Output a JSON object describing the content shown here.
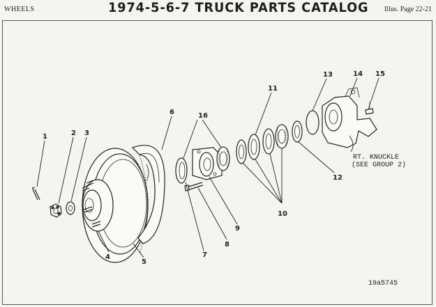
{
  "header": {
    "section": "WHEELS",
    "title": "1974-5-6-7 TRUCK PARTS CATALOG",
    "page": "Illus. Page 22-21"
  },
  "callouts": {
    "c1": "1",
    "c2": "2",
    "c3": "3",
    "c4": "4",
    "c5": "5",
    "c6": "6",
    "c7": "7",
    "c8": "8",
    "c9": "9",
    "c10": "10",
    "c11": "11",
    "c12": "12",
    "c13": "13",
    "c14": "14",
    "c15": "15",
    "c16": "16"
  },
  "note": {
    "line1": "RT. KNUCKLE",
    "line2": "(SEE GROUP 2)"
  },
  "figure_id": "19a5745"
}
